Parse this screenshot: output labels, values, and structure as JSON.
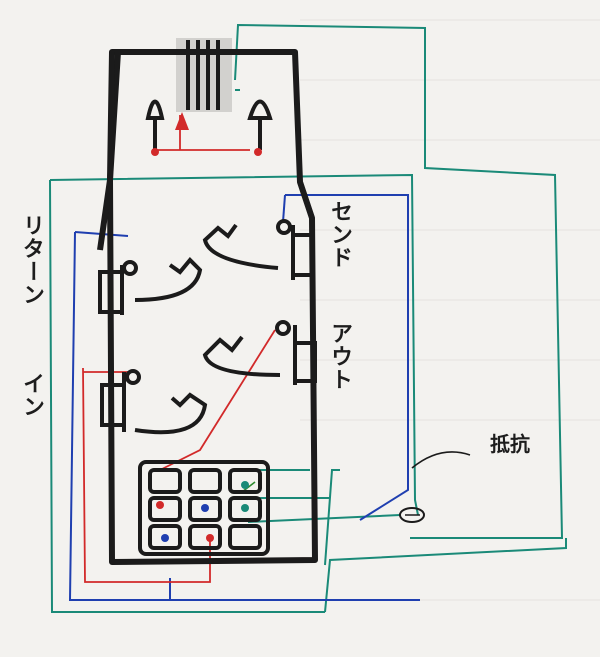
{
  "labels": {
    "return": "リターン",
    "in": "イン",
    "send": "センド",
    "out": "アウト",
    "resistor": "抵抗"
  },
  "colors": {
    "paper": "#f3f2ef",
    "ink": "#1b1b1b",
    "teal": "#1a8a78",
    "blue": "#1f3fb0",
    "red": "#d22a2a",
    "green": "#2e8a2e"
  }
}
